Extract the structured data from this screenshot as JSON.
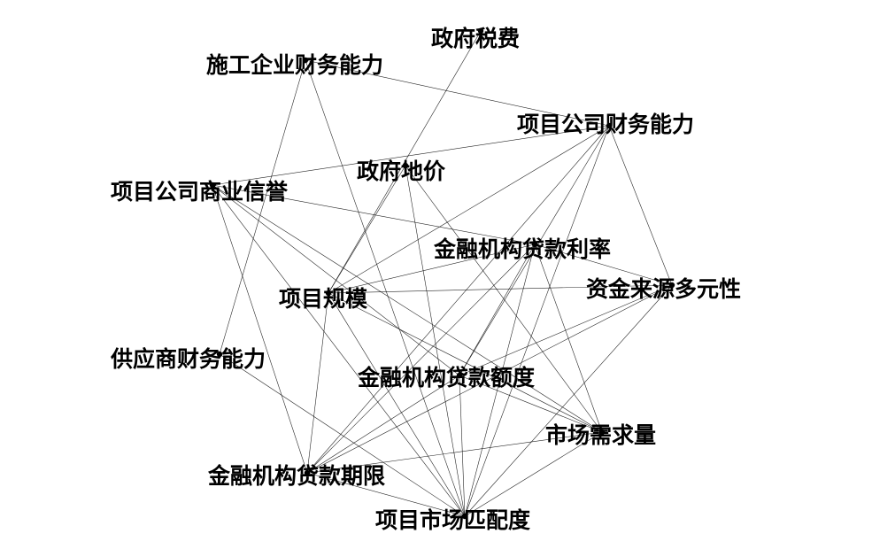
{
  "nodes": [
    {
      "id": "gov_tax",
      "label": "政府税费"
    },
    {
      "id": "contractor_fin",
      "label": "施工企业财务能力"
    },
    {
      "id": "proj_co_fin",
      "label": "项目公司财务能力"
    },
    {
      "id": "gov_land",
      "label": "政府地价"
    },
    {
      "id": "proj_co_credit",
      "label": "项目公司商业信誉"
    },
    {
      "id": "loan_rate",
      "label": "金融机构贷款利率"
    },
    {
      "id": "fund_diversity",
      "label": "资金来源多元性"
    },
    {
      "id": "proj_scale",
      "label": "项目规模"
    },
    {
      "id": "supplier_fin",
      "label": "供应商财务能力"
    },
    {
      "id": "loan_amount",
      "label": "金融机构贷款额度"
    },
    {
      "id": "market_demand",
      "label": "市场需求量"
    },
    {
      "id": "loan_term",
      "label": "金融机构贷款期限"
    },
    {
      "id": "market_match",
      "label": "项目市场匹配度"
    }
  ],
  "edges": [
    [
      "gov_tax",
      "proj_scale"
    ],
    [
      "contractor_fin",
      "proj_co_fin"
    ],
    [
      "contractor_fin",
      "supplier_fin"
    ],
    [
      "contractor_fin",
      "market_match"
    ],
    [
      "proj_co_credit",
      "proj_co_fin"
    ],
    [
      "proj_co_credit",
      "loan_rate"
    ],
    [
      "proj_co_credit",
      "loan_amount"
    ],
    [
      "proj_co_credit",
      "market_demand"
    ],
    [
      "proj_co_credit",
      "loan_term"
    ],
    [
      "proj_co_credit",
      "market_match"
    ],
    [
      "proj_co_fin",
      "fund_diversity"
    ],
    [
      "proj_co_fin",
      "loan_amount"
    ],
    [
      "proj_co_fin",
      "loan_term"
    ],
    [
      "proj_co_fin",
      "market_match"
    ],
    [
      "proj_co_fin",
      "proj_scale"
    ],
    [
      "gov_land",
      "proj_scale"
    ],
    [
      "gov_land",
      "market_match"
    ],
    [
      "gov_land",
      "market_demand"
    ],
    [
      "loan_rate",
      "fund_diversity"
    ],
    [
      "loan_rate",
      "proj_scale"
    ],
    [
      "loan_rate",
      "loan_term"
    ],
    [
      "loan_rate",
      "market_match"
    ],
    [
      "loan_rate",
      "market_demand"
    ],
    [
      "loan_rate",
      "loan_amount"
    ],
    [
      "fund_diversity",
      "loan_term"
    ],
    [
      "fund_diversity",
      "market_match"
    ],
    [
      "fund_diversity",
      "proj_scale"
    ],
    [
      "fund_diversity",
      "loan_amount"
    ],
    [
      "proj_scale",
      "market_demand"
    ],
    [
      "proj_scale",
      "market_match"
    ],
    [
      "proj_scale",
      "loan_term"
    ],
    [
      "supplier_fin",
      "market_match"
    ],
    [
      "loan_amount",
      "market_demand"
    ],
    [
      "loan_amount",
      "loan_term"
    ],
    [
      "loan_amount",
      "market_match"
    ],
    [
      "market_demand",
      "loan_term"
    ],
    [
      "market_demand",
      "market_match"
    ],
    [
      "loan_term",
      "market_match"
    ]
  ]
}
